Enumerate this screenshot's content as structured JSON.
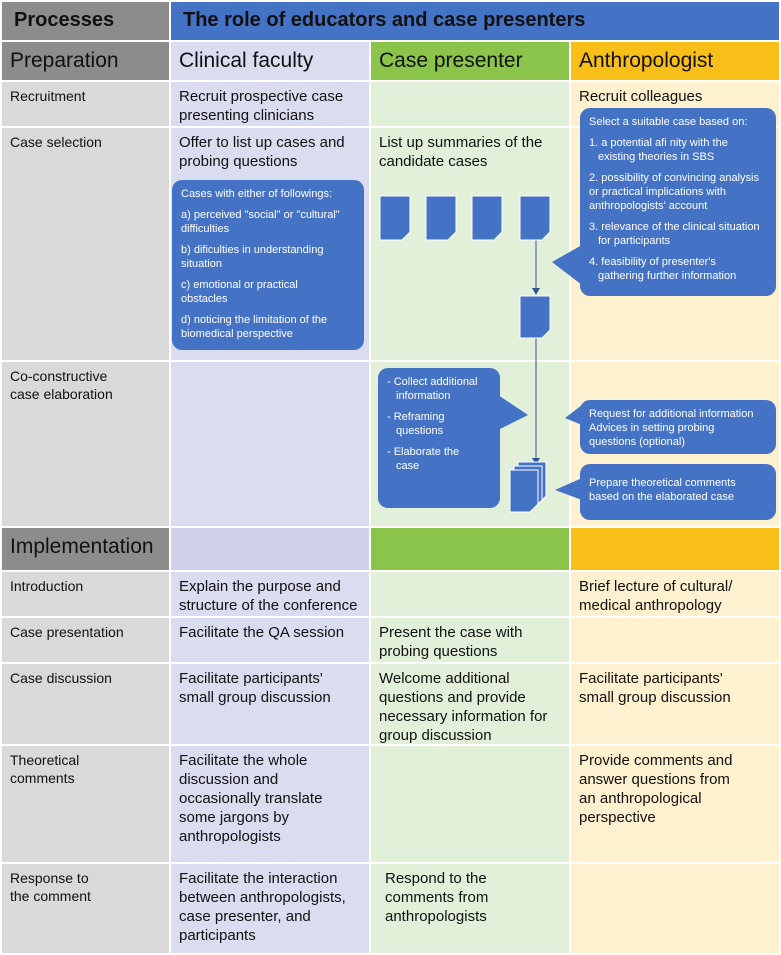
{
  "header": {
    "processes": "Processes",
    "role_title": "The role of educators and case presenters",
    "preparation": "Preparation",
    "clinical_faculty": "Clinical faculty",
    "case_presenter": "Case presenter",
    "anthropologist": "Anthropologist",
    "implementation": "Implementation"
  },
  "preparation": {
    "recruitment": {
      "label": "Recruitment",
      "faculty_l1": "Recruit prospective case",
      "faculty_l2": "presenting clinicians",
      "anthro": "Recruit colleagues"
    },
    "case_selection": {
      "label": "Case selection",
      "faculty_l1": "Offer to list up cases and",
      "faculty_l2": "probing questions",
      "presenter_l1": "List up summaries of the",
      "presenter_l2": "candidate cases",
      "faculty_callout": {
        "title": "Cases with either of followings:",
        "a1": "a) perceived \"social\" or \"cultural\"",
        "a2": "difficulties",
        "b1": "b) dificulties in understanding",
        "b2": "situation",
        "c1": "c) emotional or practical",
        "c2": "obstacles",
        "d1": "d) noticing the limitation of the",
        "d2": "biomedical perspective"
      },
      "anthro_callout": {
        "title": "Select a suitable case based on:",
        "i1a": "1. a potential afi nity with the",
        "i1b": "existing theories in SBS",
        "i2a": "2. possibility of convincing analysis",
        "i2b": "or practical implications with",
        "i2c": "anthropologists' account",
        "i3a": "3. relevance of the clinical situation",
        "i3b": "for participants",
        "i4a": "4. feasibility of presenter's",
        "i4b": "gathering further information"
      }
    },
    "co_constructive": {
      "label_l1": "Co-constructive",
      "label_l2": "case elaboration",
      "presenter_callout": {
        "i1a": "- Collect additional",
        "i1b": "information",
        "i2a": "- Reframing",
        "i2b": "questions",
        "i3a": "- Elaborate the",
        "i3b": "case"
      },
      "anthro_callout1": {
        "l1": "Request for additional information",
        "l2": "Advices in setting probing",
        "l3": "questions (optional)"
      },
      "anthro_callout2": {
        "l1": "Prepare theoretical comments",
        "l2": "based on the elaborated case"
      }
    }
  },
  "implementation": {
    "introduction": {
      "label": "Introduction",
      "faculty_l1": "Explain the purpose and",
      "faculty_l2": "structure of the conference",
      "anthro_l1": "Brief lecture of cultural/",
      "anthro_l2": "medical anthropology"
    },
    "case_presentation": {
      "label": "Case presentation",
      "faculty": "Facilitate the QA session",
      "presenter_l1": "Present the case with",
      "presenter_l2": "probing questions"
    },
    "case_discussion": {
      "label": "Case discussion",
      "faculty_l1": "Facilitate participants'",
      "faculty_l2": "small group discussion",
      "presenter_l1": "Welcome additional",
      "presenter_l2": "questions and provide",
      "presenter_l3": "necessary information for",
      "presenter_l4": "group discussion",
      "anthro_l1": "Facilitate participants'",
      "anthro_l2": "small group discussion"
    },
    "theoretical_comments": {
      "label_l1": "Theoretical",
      "label_l2": "comments",
      "faculty_l1": "Facilitate the whole",
      "faculty_l2": "discussion and",
      "faculty_l3": "occasionally translate",
      "faculty_l4": "some jargons by",
      "faculty_l5": "anthropologists",
      "anthro_l1": "Provide comments and",
      "anthro_l2": "answer questions from",
      "anthro_l3": "an anthropological",
      "anthro_l4": "perspective"
    },
    "response": {
      "label_l1": "Response to",
      "label_l2": "the comment",
      "faculty_l1": "Facilitate the interaction",
      "faculty_l2": "between anthropologists,",
      "faculty_l3": "case presenter, and",
      "faculty_l4": "participants",
      "presenter_l1": "Respond to the",
      "presenter_l2": "comments from",
      "presenter_l3": "anthropologists"
    }
  }
}
